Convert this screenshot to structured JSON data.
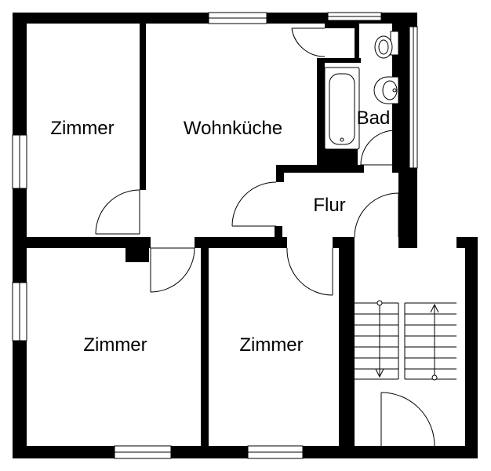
{
  "rooms": {
    "zimmer_top_left": "Zimmer",
    "wohnkueche": "Wohnküche",
    "bad": "Bad",
    "flur": "Flur",
    "zimmer_bottom_left": "Zimmer",
    "zimmer_bottom_middle": "Zimmer"
  },
  "colors": {
    "wall": "#000000",
    "background": "#ffffff"
  }
}
